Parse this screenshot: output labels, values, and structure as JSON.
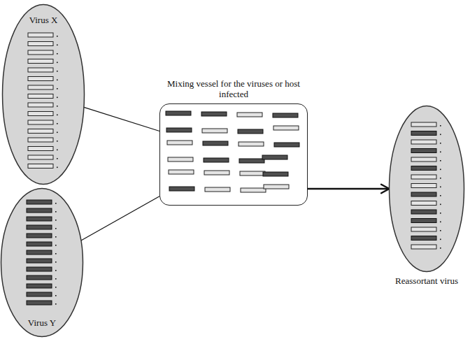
{
  "diagram": {
    "nodes": [
      {
        "text": [
          "Virus X"
        ]
      },
      {
        "text": [
          "Virus Y"
        ]
      },
      {
        "text": [
          "Mixing vessel for the viruses or host infected"
        ]
      },
      {
        "text": [
          "Reassortant virus"
        ]
      }
    ],
    "edges": [
      {
        "from": 0,
        "to": 2,
        "arrow": "none"
      },
      {
        "from": 1,
        "to": 2,
        "arrow": "none"
      },
      {
        "from": 2,
        "to": 3,
        "arrow": "to"
      }
    ]
  }
}
